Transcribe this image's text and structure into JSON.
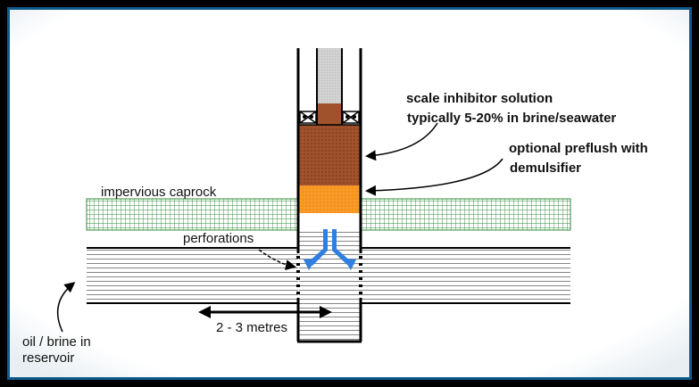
{
  "labels": {
    "scale_inhibitor_line1": "scale inhibitor solution",
    "scale_inhibitor_line2": "typically 5-20% in brine/seawater",
    "preflush_line1": "optional preflush with",
    "preflush_line2": "demulsifier",
    "caprock": "impervious caprock",
    "perforations": "perforations",
    "distance": "2 - 3 metres",
    "reservoir_line1": "oil / brine in",
    "reservoir_line2": "reservoir"
  },
  "colors": {
    "background": "#000000",
    "panel_fill": "#ffffff",
    "panel_border": "#0e5a8a",
    "caprock_green": "#2e8b3a",
    "inhibitor_brown": "#a0522d",
    "inhibitor_dark": "#7a3a1e",
    "preflush_orange": "#f7941d",
    "tool_blue": "#2f7fe0",
    "tubing_grey": "#c8c8c8"
  },
  "icons": {
    "packer_left": "packer-x-icon",
    "packer_right": "packer-x-icon",
    "downhole_tool": "y-nozzle-icon"
  }
}
